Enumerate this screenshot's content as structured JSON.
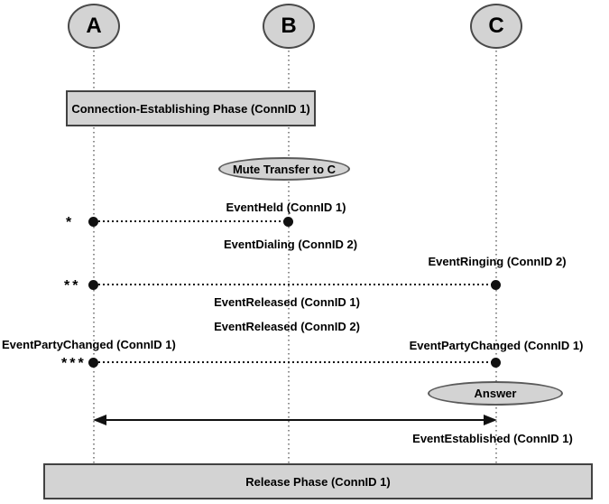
{
  "parties": [
    {
      "label": "A"
    },
    {
      "label": "B"
    },
    {
      "label": "C"
    }
  ],
  "phases": {
    "connection": {
      "label": "Connection-Establishing Phase (ConnID 1)"
    },
    "release": {
      "label": "Release Phase (ConnID 1)"
    }
  },
  "actions": {
    "mute_transfer": {
      "label": "Mute Transfer to C"
    },
    "answer": {
      "label": "Answer"
    }
  },
  "events": {
    "held": {
      "label": "EventHeld (ConnID 1)"
    },
    "dialing": {
      "label": "EventDialing (ConnID 2)"
    },
    "ringing": {
      "label": "EventRinging (ConnID 2)"
    },
    "released_conn1": {
      "label": "EventReleased (ConnID 1)"
    },
    "released_conn2": {
      "label": "EventReleased (ConnID 2)"
    },
    "party_changed_a": {
      "label": "EventPartyChanged (ConnID 1)"
    },
    "party_changed_c": {
      "label": "EventPartyChanged (ConnID 1)"
    },
    "established": {
      "label": "EventEstablished (ConnID 1)"
    }
  },
  "step_markers": {
    "step1": "*",
    "step2": "**",
    "step3": "***"
  },
  "colors": {
    "background": "#ffffff",
    "shape_fill": "#d3d3d3",
    "shape_border": "#424242",
    "message_line": "#111111",
    "lifeline": "#8f8f8f",
    "text": "#000000"
  }
}
